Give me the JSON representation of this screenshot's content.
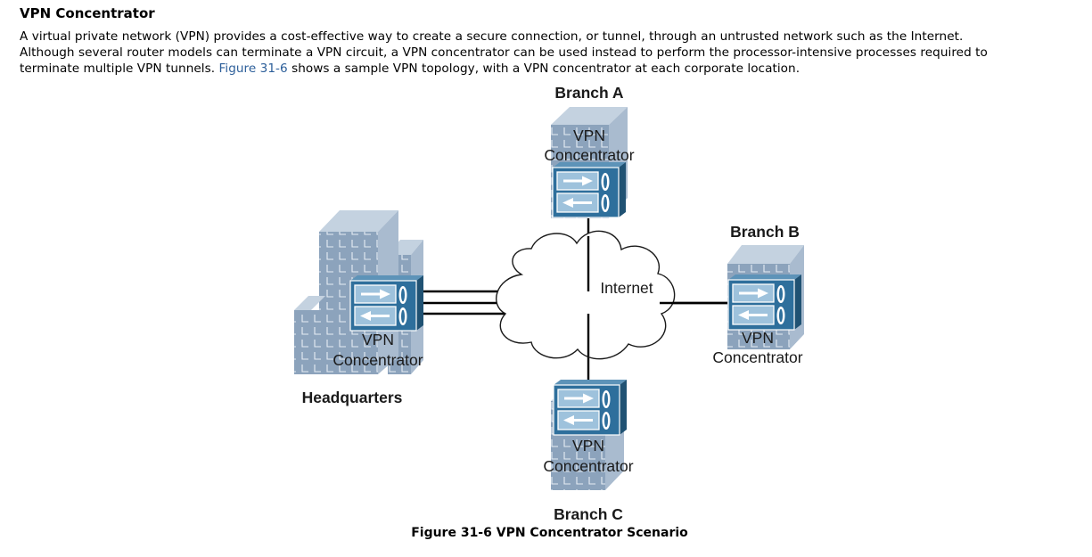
{
  "section": {
    "title": "VPN Concentrator",
    "intro_line1": "A virtual private network (VPN) provides a cost-effective way to create a secure connection, or tunnel, through an untrusted network such as the Internet.",
    "intro_line2": "Although several router models can terminate a VPN circuit, a VPN concentrator can be used instead to perform the processor-intensive processes required to",
    "intro_line3_before": "terminate multiple VPN tunnels. ",
    "intro_link": "Figure 31-6",
    "intro_line3_after": " shows a sample VPN topology, with a VPN concentrator at each corporate location."
  },
  "figure": {
    "caption": "Figure 31-6 VPN Concentrator Scenario",
    "cloud_label": "Internet",
    "device_label_line1": "VPN",
    "device_label_line2": "Concentrator",
    "sites": {
      "headquarters": "Headquarters",
      "branch_a": "Branch A",
      "branch_b": "Branch B",
      "branch_c": "Branch C"
    },
    "colors": {
      "building_front": "#8ca3bc",
      "building_side": "#a9bbcf",
      "building_top": "#c4d2e0",
      "device_front": "#2e6f9c",
      "device_side": "#205273",
      "device_top": "#5d93b8",
      "link": "#000000"
    }
  }
}
